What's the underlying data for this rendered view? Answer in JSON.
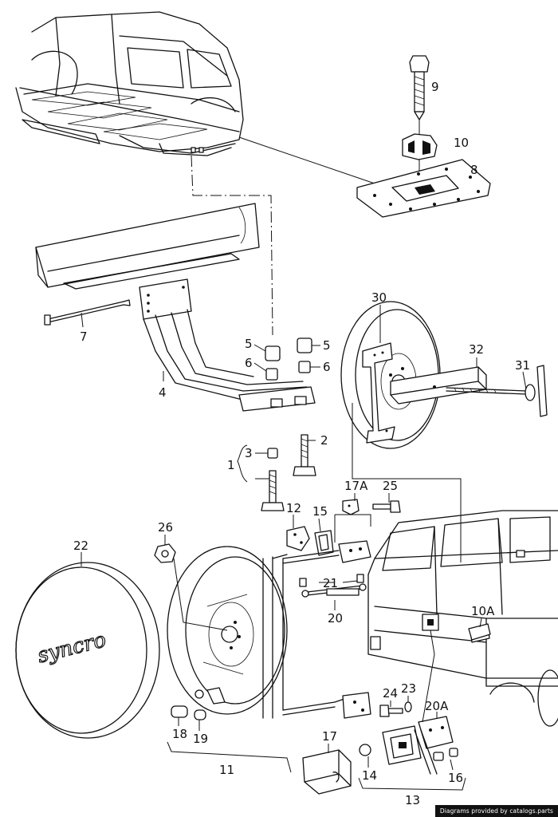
{
  "callouts": [
    {
      "id": "c9",
      "text": "9"
    },
    {
      "id": "c10",
      "text": "10"
    },
    {
      "id": "c8",
      "text": "8"
    },
    {
      "id": "c7",
      "text": "7"
    },
    {
      "id": "c5a",
      "text": "5"
    },
    {
      "id": "c5b",
      "text": "5"
    },
    {
      "id": "c6a",
      "text": "6"
    },
    {
      "id": "c6b",
      "text": "6"
    },
    {
      "id": "c4",
      "text": "4"
    },
    {
      "id": "c3",
      "text": "3"
    },
    {
      "id": "c1",
      "text": "1"
    },
    {
      "id": "c2",
      "text": "2"
    },
    {
      "id": "c30",
      "text": "30"
    },
    {
      "id": "c32",
      "text": "32"
    },
    {
      "id": "c31",
      "text": "31"
    },
    {
      "id": "c17A",
      "text": "17A"
    },
    {
      "id": "c25",
      "text": "25"
    },
    {
      "id": "c12",
      "text": "12"
    },
    {
      "id": "c15",
      "text": "15"
    },
    {
      "id": "c26",
      "text": "26"
    },
    {
      "id": "c22",
      "text": "22"
    },
    {
      "id": "c21",
      "text": "21"
    },
    {
      "id": "c20",
      "text": "20"
    },
    {
      "id": "c10A",
      "text": "10A"
    },
    {
      "id": "c24",
      "text": "24"
    },
    {
      "id": "c23",
      "text": "23"
    },
    {
      "id": "c20A",
      "text": "20A"
    },
    {
      "id": "c18",
      "text": "18"
    },
    {
      "id": "c19",
      "text": "19"
    },
    {
      "id": "c11",
      "text": "11"
    },
    {
      "id": "c17",
      "text": "17"
    },
    {
      "id": "c14",
      "text": "14"
    },
    {
      "id": "c16",
      "text": "16"
    },
    {
      "id": "c13",
      "text": "13"
    }
  ],
  "cover_script": "syncro",
  "credit": "Diagrams provided by catalogs.parts"
}
